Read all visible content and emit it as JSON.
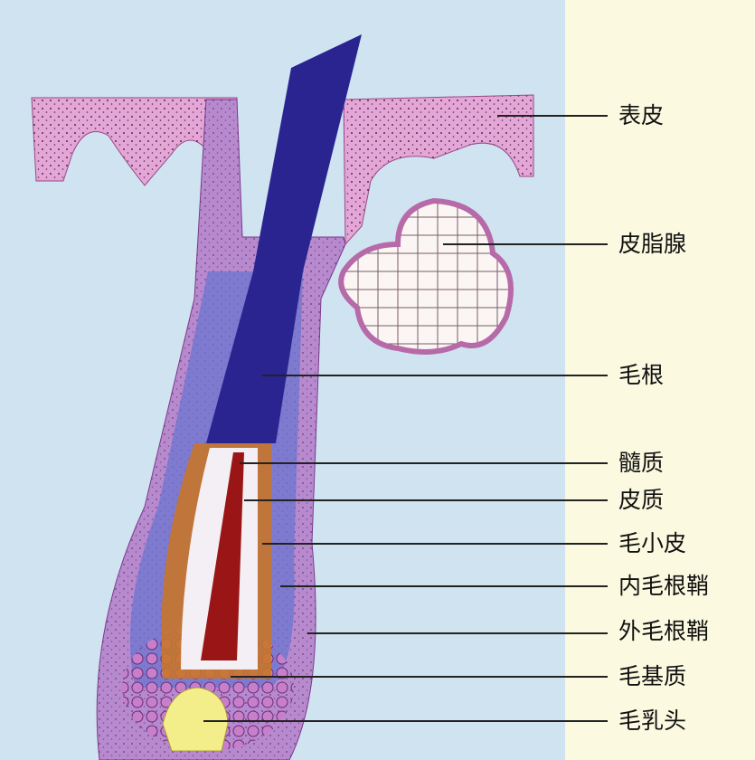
{
  "diagram": {
    "colors": {
      "background_left": "#cfe3f1",
      "background_right": "#fbf9e0",
      "epidermis": "#e3a6d6",
      "hair_shaft": "#2a2490",
      "medulla": "#9a1616",
      "cortex": "#c8752a",
      "papilla": "#f3ee8a",
      "sheath": "#b78ad0"
    },
    "labels": [
      {
        "id": "epidermis",
        "text": "表皮"
      },
      {
        "id": "sebaceous-gland",
        "text": "皮脂腺"
      },
      {
        "id": "hair-root",
        "text": "毛根"
      },
      {
        "id": "medulla",
        "text": "髓质"
      },
      {
        "id": "cortex",
        "text": "皮质"
      },
      {
        "id": "cuticle",
        "text": "毛小皮"
      },
      {
        "id": "inner-root-sheath",
        "text": "内毛根鞘"
      },
      {
        "id": "outer-root-sheath",
        "text": "外毛根鞘"
      },
      {
        "id": "hair-matrix",
        "text": "毛基质"
      },
      {
        "id": "dermal-papilla",
        "text": "毛乳头"
      }
    ]
  }
}
